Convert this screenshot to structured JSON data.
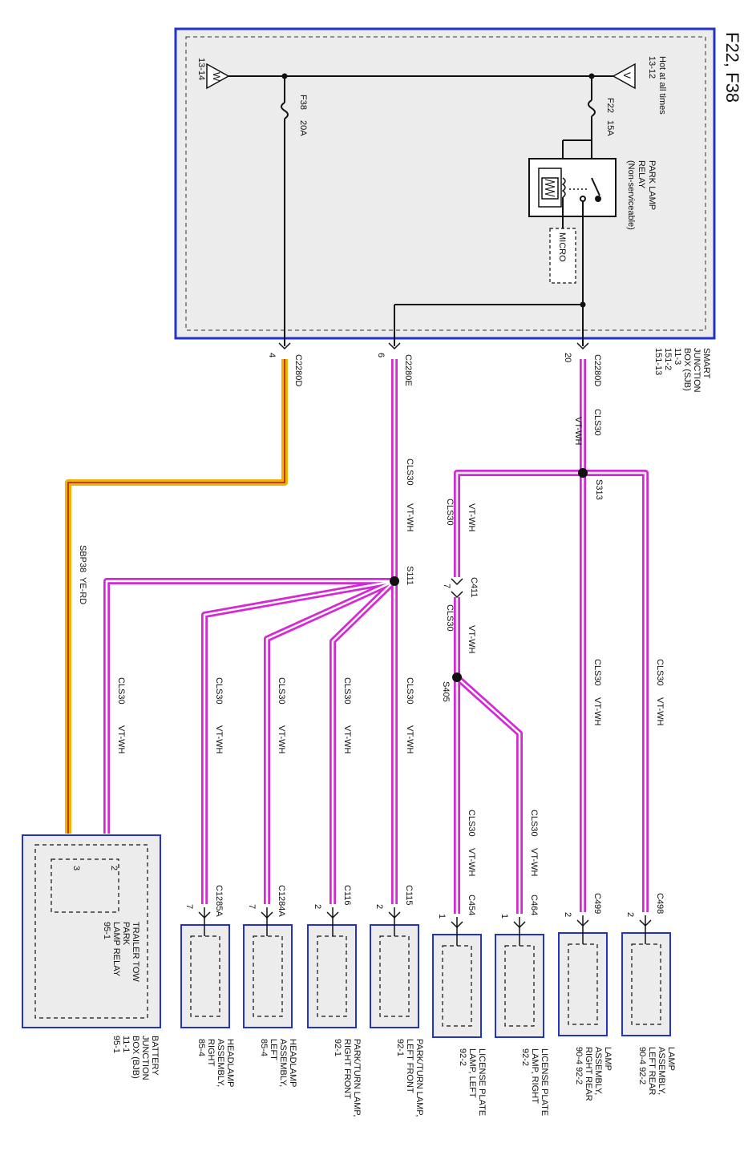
{
  "title": "F22, F38",
  "sjb": {
    "hot_label": [
      "Hot at all times",
      "13-12"
    ],
    "w_label": [
      "13-14"
    ],
    "fuse_f22": [
      "F22",
      "15A"
    ],
    "fuse_f38": [
      "F38",
      "20A"
    ],
    "relay_label": [
      "PARK LAMP",
      "RELAY",
      "(Non-serviceable)"
    ],
    "micro_label": "MICRO",
    "box_label": [
      "SMART",
      "JUNCTION",
      "BOX (SJB)",
      "11-3",
      "151-2",
      "151-13"
    ]
  },
  "pins": {
    "c2280d_20": "20",
    "c2280e_6": "6",
    "c2280d_4": "4"
  },
  "connectors": {
    "c2280d_right": "C2280D",
    "c2280e": "C2280E",
    "c2280d_left": "C2280D",
    "c411": "C411",
    "c411_pin": "7"
  },
  "splices": {
    "s313": "S313",
    "s111": "S111",
    "s405": "S405"
  },
  "wire_labels": {
    "cls30": "CLS30",
    "vtwh": "VT-WH",
    "sbp38": "SBP38",
    "yerd": "YE-RD"
  },
  "components": [
    {
      "connector": "C498",
      "pin": "2",
      "label": [
        "LAMP",
        "ASSEMBLY,",
        "LEFT REAR",
        "90-4    92-2"
      ]
    },
    {
      "connector": "C499",
      "pin": "2",
      "label": [
        "LAMP",
        "ASSEMBLY,",
        "RIGHT REAR",
        "90-4    92-2"
      ]
    },
    {
      "connector": "C464",
      "pin": "1",
      "label": [
        "LICENSE PLATE",
        "LAMP, RIGHT",
        "92-2"
      ]
    },
    {
      "connector": "C454",
      "pin": "1",
      "label": [
        "LICENSE PLATE",
        "LAMP, LEFT",
        "92-2"
      ]
    },
    {
      "connector": "C115",
      "pin": "2",
      "label": [
        "PARK/TURN LAMP,",
        "LEFT FRONT",
        "92-1"
      ]
    },
    {
      "connector": "C116",
      "pin": "2",
      "label": [
        "PARK/TURN LAMP,",
        "RIGHT FRONT",
        "92-1"
      ]
    },
    {
      "connector": "C1284A",
      "pin": "7",
      "label": [
        "HEADLAMP",
        "ASSEMBLY,",
        "LEFT",
        "85-4"
      ]
    },
    {
      "connector": "C1285A",
      "pin": "7",
      "label": [
        "HEADLAMP",
        "ASSEMBLY,",
        "RIGHT",
        "85-4"
      ]
    }
  ],
  "bjb": {
    "inner_label": [
      "TRAILER TOW",
      "PARK",
      "LAMP RELAY",
      "95-1"
    ],
    "pin_left": "3",
    "pin_right": "2",
    "box_label": [
      "BATTERY",
      "JUNCTION",
      "BOX (BJB)",
      "11-1",
      "95-1"
    ]
  },
  "colors": {
    "box_border": "#2233cc",
    "box_fill": "#ececec",
    "wire_vtwh": "#d42ad4",
    "wire_yerd": "#f0b400",
    "line": "#111111"
  }
}
